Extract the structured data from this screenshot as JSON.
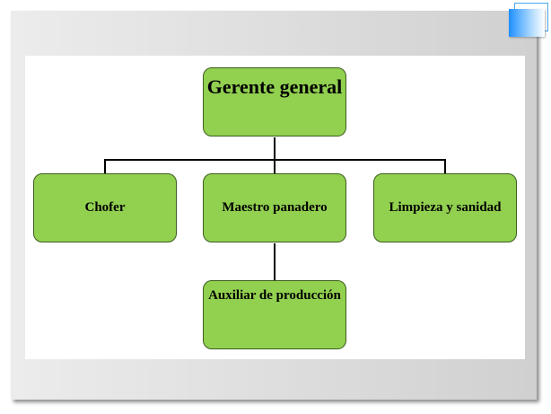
{
  "org_chart": {
    "root": {
      "label": "Gerente general"
    },
    "level2": [
      {
        "label": "Chofer"
      },
      {
        "label": "Maestro panadero"
      },
      {
        "label": "Limpieza y sanidad"
      }
    ],
    "level3": [
      {
        "label": "Auxiliar de producción",
        "parent": "Maestro panadero"
      }
    ],
    "node_color": "#92d050"
  }
}
